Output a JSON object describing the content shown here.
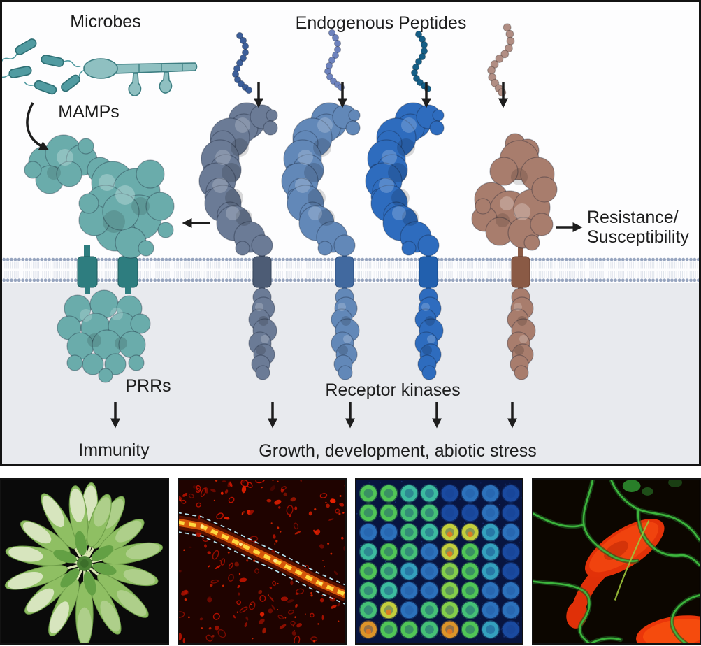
{
  "figure": {
    "labels": {
      "microbes": "Microbes",
      "endogenous_peptides": "Endogenous Peptides",
      "mamps": "MAMPs",
      "resistance_line1": "Resistance/",
      "resistance_line2": "Susceptibility",
      "prrs": "PRRs",
      "receptor_kinases": "Receptor kinases",
      "immunity": "Immunity",
      "growth": "Growth, development, abiotic stress"
    },
    "colors": {
      "teal_receptor": "#6aacab",
      "slate_receptor": "#6b7b96",
      "blue_receptor": "#6288b8",
      "bright_blue_receptor": "#2e6cbe",
      "brown_receptor": "#a87d6d",
      "peptide_1": "#3c5e99",
      "peptide_2": "#6d82bd",
      "peptide_3": "#155e86",
      "peptide_4": "#b18e84",
      "membrane_head": "#97a5bf",
      "cytoplasm_bg": "#e8eaee",
      "arrow": "#1d1d1d"
    }
  },
  "panels": [
    {
      "name": "arabidopsis-rosette-photo"
    },
    {
      "name": "red-fluorescence-micrograph-with-dashed-vein-outline"
    },
    {
      "name": "spot-grid-fluorescence-assay",
      "spot_values": [
        [
          7,
          7,
          5,
          5,
          2,
          3,
          3,
          2
        ],
        [
          7,
          7,
          6,
          6,
          2,
          2,
          3,
          2
        ],
        [
          3,
          3,
          6,
          5,
          9,
          9,
          4,
          3
        ],
        [
          5,
          7,
          6,
          3,
          9,
          7,
          4,
          2
        ],
        [
          7,
          6,
          4,
          3,
          8,
          7,
          4,
          2
        ],
        [
          6,
          5,
          3,
          3,
          8,
          7,
          3,
          3
        ],
        [
          6,
          9,
          3,
          6,
          8,
          6,
          3,
          3
        ],
        [
          10,
          7,
          7,
          6,
          10,
          7,
          4,
          2
        ]
      ]
    },
    {
      "name": "confocal-green-cell-outlines-red-hypha"
    }
  ]
}
